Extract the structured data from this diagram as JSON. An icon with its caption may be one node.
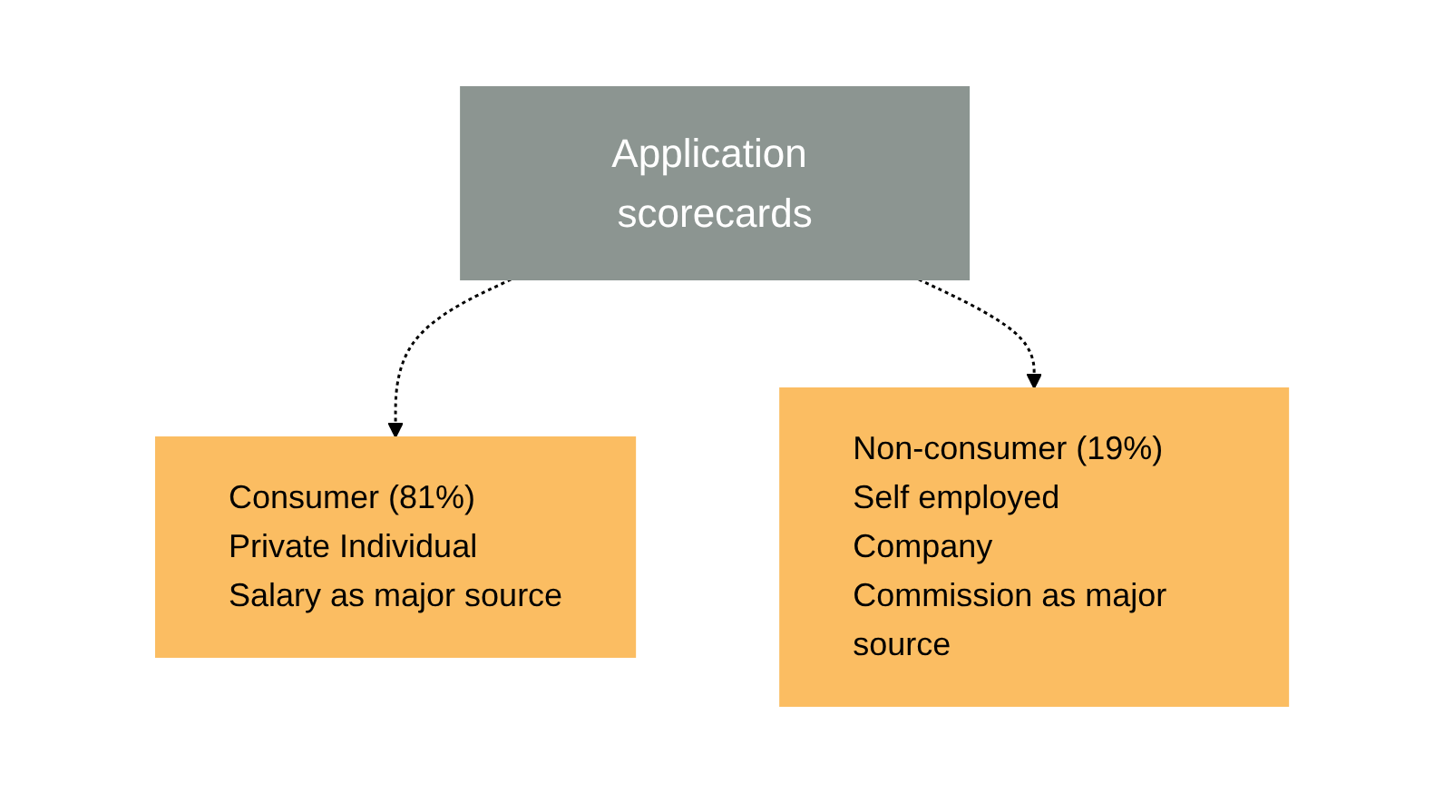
{
  "diagram": {
    "nodes": [
      {
        "text": [
          "Application scorecards"
        ]
      },
      {
        "text": [
          "Consumer (81%)",
          "Private Individual",
          "Salary as major source"
        ]
      },
      {
        "text": [
          "Non-consumer (19%)",
          "Self employed",
          "Company",
          "Commission as major source"
        ]
      }
    ],
    "edges": [
      {
        "from": 0,
        "to": 1,
        "arrow": "to",
        "style": "dashed"
      },
      {
        "from": 0,
        "to": 2,
        "arrow": "to",
        "style": "dashed"
      }
    ]
  }
}
